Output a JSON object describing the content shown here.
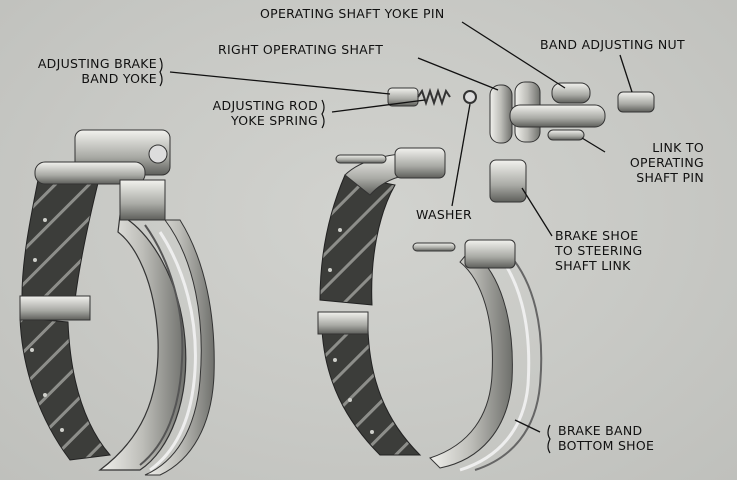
{
  "labels": {
    "operating_shaft_yoke_pin": "OPERATING SHAFT YOKE PIN",
    "band_adjusting_nut": "BAND ADJUSTING NUT",
    "right_operating_shaft": "RIGHT OPERATING SHAFT",
    "adjusting_brake_band_yoke": [
      "ADJUSTING BRAKE",
      "BAND YOKE"
    ],
    "adjusting_rod_yoke_spring": [
      "ADJUSTING ROD",
      "YOKE SPRING"
    ],
    "link_to_operating_shaft_pin": [
      "LINK TO",
      "OPERATING",
      "SHAFT PIN"
    ],
    "washer": "WASHER",
    "brake_shoe_to_steering_shaft_link": [
      "BRAKE SHOE",
      "TO STEERING",
      "SHAFT LINK"
    ],
    "brake_band_bottom_shoe": [
      "BRAKE BAND",
      "BOTTOM SHOE"
    ]
  },
  "colors": {
    "background": "#c9cac6",
    "metal_light": "#e4e4e0",
    "metal_mid": "#9a9a96",
    "lining_dark": "#3a3b38",
    "text": "#111111"
  }
}
